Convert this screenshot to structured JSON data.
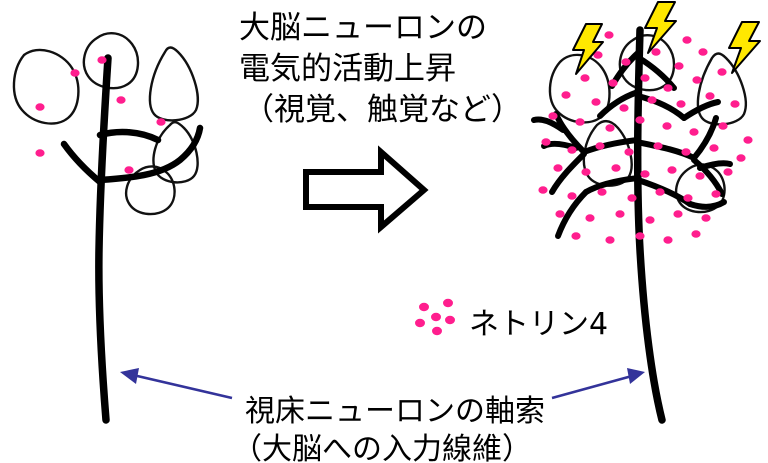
{
  "figure": {
    "title_lines": [
      "大脳ニューロンの",
      "電気的活動上昇",
      "（視覚、触覚など）"
    ],
    "caption_lines": [
      "視床ニューロンの軸索",
      "（大脳への入力線維）"
    ],
    "legend": {
      "label": "ネトリン4",
      "marker": "pink-dot-cluster",
      "dot_count": 6
    },
    "transition_arrow": {
      "name": "right-arrow",
      "direction": "right",
      "style": "hollow-outline"
    },
    "panels": [
      {
        "id": "left-panel",
        "name": "baseline-neuron",
        "state": "baseline",
        "branch_count": 3,
        "dot_count": 7,
        "lightning_count": 0,
        "cell_body_count": 5
      },
      {
        "id": "right-panel",
        "name": "activated-neuron",
        "state": "activated",
        "branch_count": 12,
        "dot_count": 62,
        "lightning_count": 3,
        "cell_body_count": 5
      }
    ],
    "pointer_arrows": [
      {
        "name": "axon-pointer-left",
        "direction": "up-left"
      },
      {
        "name": "axon-pointer-right",
        "direction": "up-right"
      }
    ]
  },
  "colors": {
    "netrin_dot": "#FF1E8E",
    "axon": "#000000",
    "cell_body_outline": "#111111",
    "lightning_fill": "#FFE800",
    "lightning_outline": "#000000",
    "pointer_arrow": "#33339A",
    "background": "#FFFFFF"
  }
}
